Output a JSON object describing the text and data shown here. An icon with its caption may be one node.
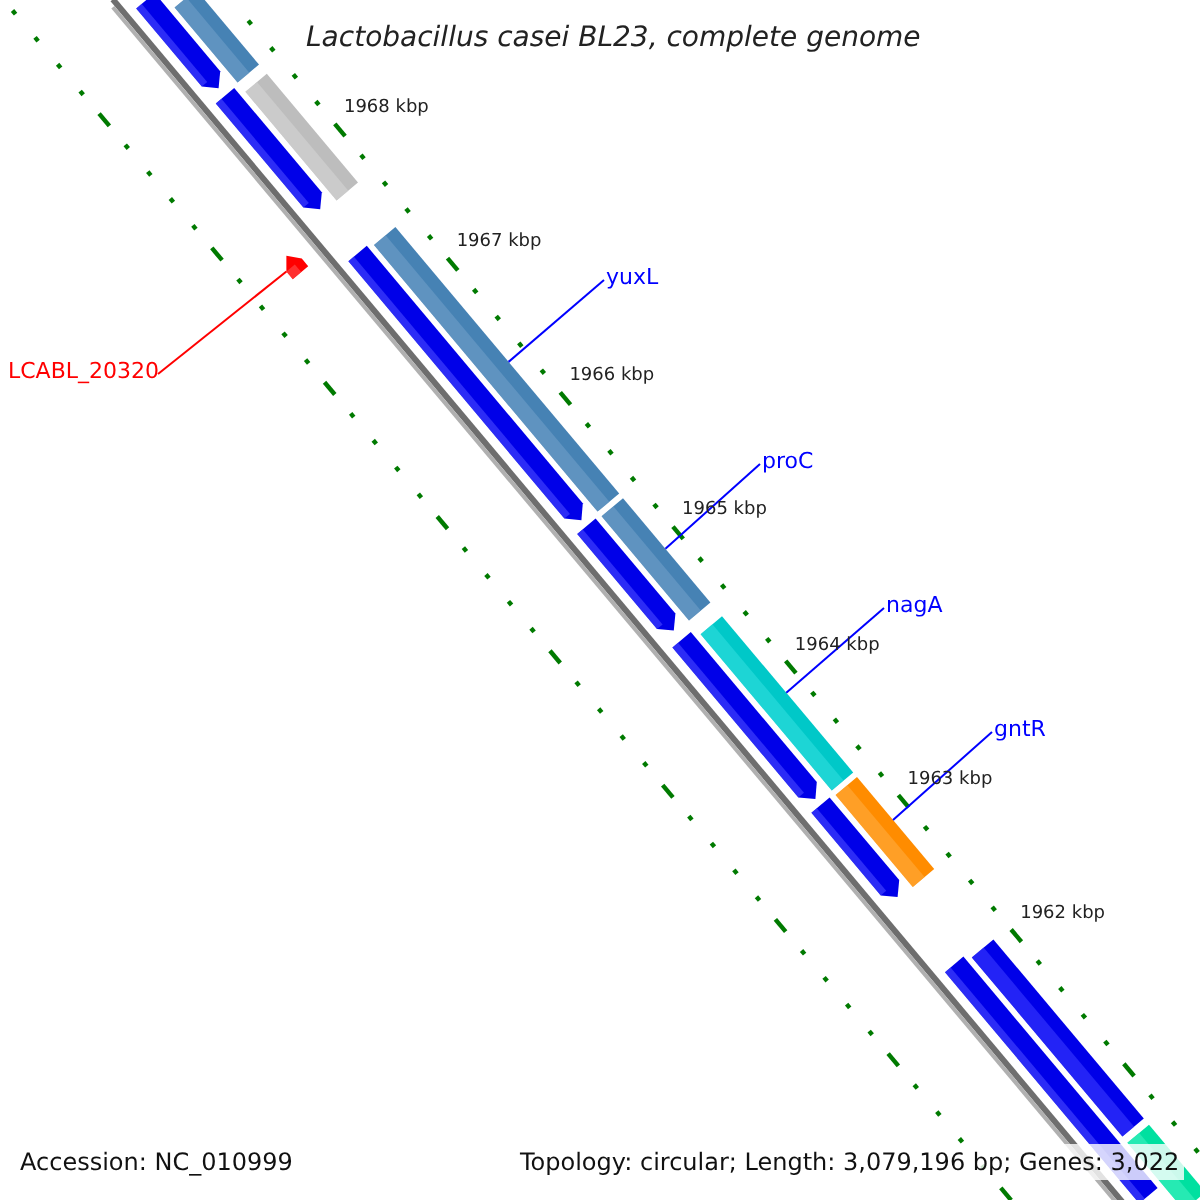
{
  "diagram": {
    "title": "Lactobacillus casei BL23, complete genome",
    "nodes": [
      {
        "text": [
          "yuxL"
        ]
      },
      {
        "text": [],
        "shape": "bar"
      },
      {
        "text": [
          "LCABL_20320"
        ]
      },
      {
        "text": [],
        "shape": "pentagon"
      },
      {
        "text": [
          "proC"
        ]
      },
      {
        "text": [],
        "shape": "bar"
      },
      {
        "text": [
          "nagA"
        ]
      },
      {
        "text": [],
        "shape": "bar"
      },
      {
        "text": [
          "gntR"
        ]
      },
      {
        "text": [],
        "shape": "bar"
      },
      {
        "text": [],
        "shape": "bar"
      },
      {
        "text": [],
        "shape": "bar"
      },
      {
        "text": [],
        "shape": "bar"
      },
      {
        "text": [],
        "shape": "bar"
      },
      {
        "text": [],
        "shape": "pentagon"
      },
      {
        "text": [],
        "shape": "pentagon"
      },
      {
        "text": [],
        "shape": "pentagon"
      },
      {
        "text": [],
        "shape": "pentagon"
      },
      {
        "text": [],
        "shape": "pentagon"
      },
      {
        "text": [],
        "shape": "pentagon"
      },
      {
        "text": [],
        "shape": "bar"
      }
    ],
    "edges": [
      {
        "from": 0,
        "to": 1,
        "arrow": "none"
      },
      {
        "from": 2,
        "to": 3,
        "arrow": "none",
        "color": "#ff0000"
      },
      {
        "from": 4,
        "to": 5,
        "arrow": "none"
      },
      {
        "from": 6,
        "to": 7,
        "arrow": "none"
      },
      {
        "from": 8,
        "to": 9,
        "arrow": "none"
      }
    ],
    "labels": [
      "1968 kbp",
      "1967 kbp",
      "1966 kbp",
      "1965 kbp",
      "1964 kbp",
      "1963 kbp",
      "1962 kbp",
      "Accession: NC_010999",
      "Topology: circular; Length: 3,079,196 bp; Genes: 3,022"
    ]
  }
}
